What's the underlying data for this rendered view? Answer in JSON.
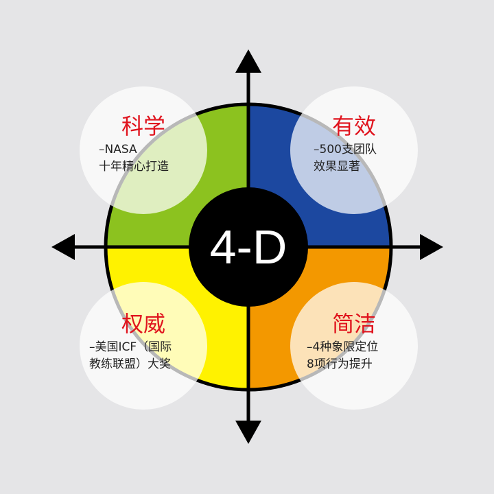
{
  "colors": {
    "science": "#8cc21f",
    "effective": "#1c48a0",
    "authority": "#fff200",
    "simple": "#f39800",
    "accent": "#e0141e"
  },
  "center": "4-D",
  "quadrants": [
    {
      "title": "科学",
      "lines": [
        "–NASA",
        "十年精心打造"
      ]
    },
    {
      "title": "有效",
      "lines": [
        "–500支团队",
        "效果显著"
      ]
    },
    {
      "title": "权威",
      "lines": [
        "–美国ICF（国际",
        "教练联盟）大奖"
      ]
    },
    {
      "title": "简洁",
      "lines": [
        "–4种象限定位",
        "8项行为提升"
      ]
    }
  ]
}
